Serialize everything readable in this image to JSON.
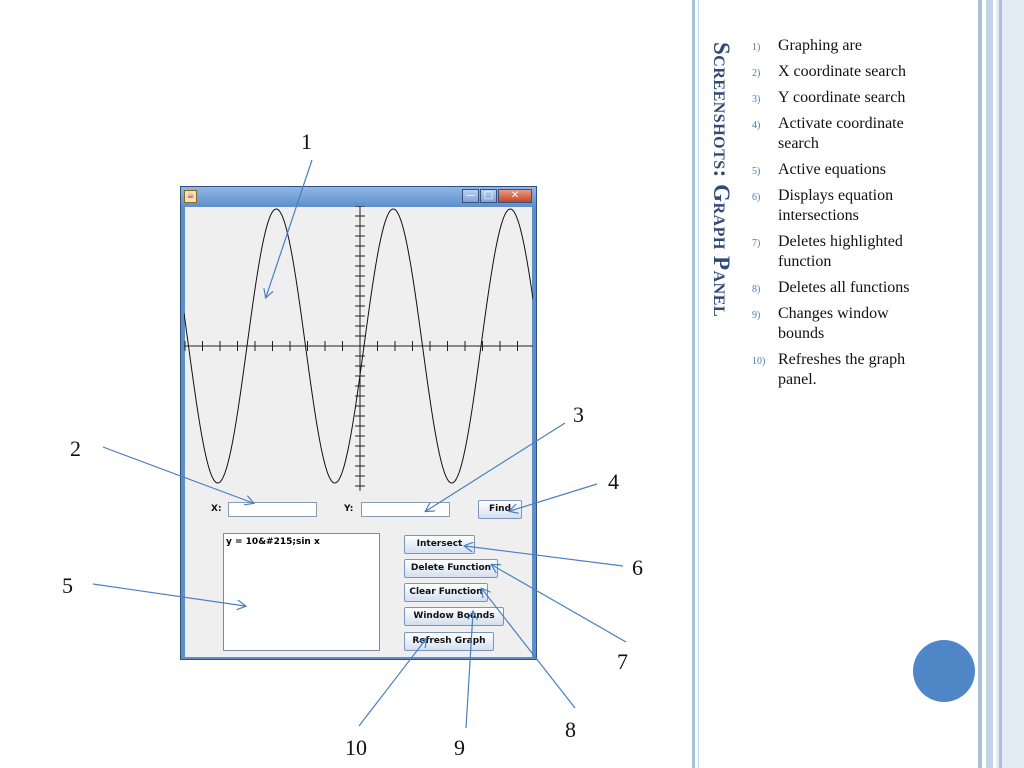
{
  "window": {
    "minimize_glyph": "—",
    "maximize_glyph": "□",
    "close_glyph": "✕",
    "java_icon": "java-cup-icon"
  },
  "coord_search": {
    "x_label": "X:",
    "x_value": "",
    "y_label": "Y:",
    "y_value": "",
    "find_label": "Find"
  },
  "equations": [
    "y = 10&#215;sin x"
  ],
  "buttons": {
    "intersect": "Intersect",
    "delete_function": "Delete Function",
    "clear_function": "Clear Function",
    "window_bounds": "Window Bounds",
    "refresh_graph": "Refresh Graph"
  },
  "callouts": [
    "1",
    "2",
    "3",
    "4",
    "5",
    "6",
    "7",
    "8",
    "9",
    "10"
  ],
  "slide": {
    "title": "Screenshots: Graph Panel",
    "items": [
      {
        "num": "1)",
        "text": "Graphing are"
      },
      {
        "num": "2)",
        "text": "X coordinate search"
      },
      {
        "num": "3)",
        "text": "Y coordinate search"
      },
      {
        "num": "4)",
        "text": "Activate coordinate search"
      },
      {
        "num": "5)",
        "text": "Active equations"
      },
      {
        "num": "6)",
        "text": "Displays equation intersections"
      },
      {
        "num": "7)",
        "text": "Deletes highlighted function"
      },
      {
        "num": "8)",
        "text": "Deletes all functions"
      },
      {
        "num": "9)",
        "text": "Changes window bounds"
      },
      {
        "num": "10)",
        "text": "Refreshes the graph panel."
      }
    ]
  },
  "colors": {
    "title": "#2f4a78",
    "accent": "#4f86c6",
    "arrow": "#4a7fc1",
    "stripe": "#a9bfdc"
  }
}
